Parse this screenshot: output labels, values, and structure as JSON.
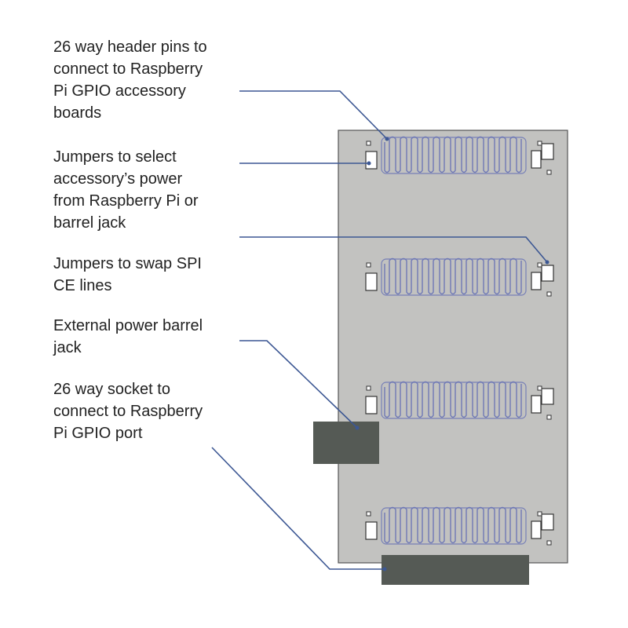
{
  "labels": [
    "26 way header pins to\nconnect to Raspberry\nPi GPIO accessory\nboards",
    "Jumpers to select\naccessory’s power\nfrom Raspberry Pi or\nbarrel jack",
    "Jumpers to swap SPI\nCE lines",
    "External power barrel\njack",
    "26 way socket to\nconnect to Raspberry\nPi GPIO port"
  ],
  "colors": {
    "board": "#c2c2c0",
    "board_border": "#555555",
    "header_outline": "#6f79b6",
    "leader_line": "#3c5793",
    "connector": "#555a55",
    "jumper_fill": "#ffffff",
    "jumper_stroke": "#333333",
    "text": "#222222"
  },
  "header_count": 4,
  "pins_per_header_row": 13
}
